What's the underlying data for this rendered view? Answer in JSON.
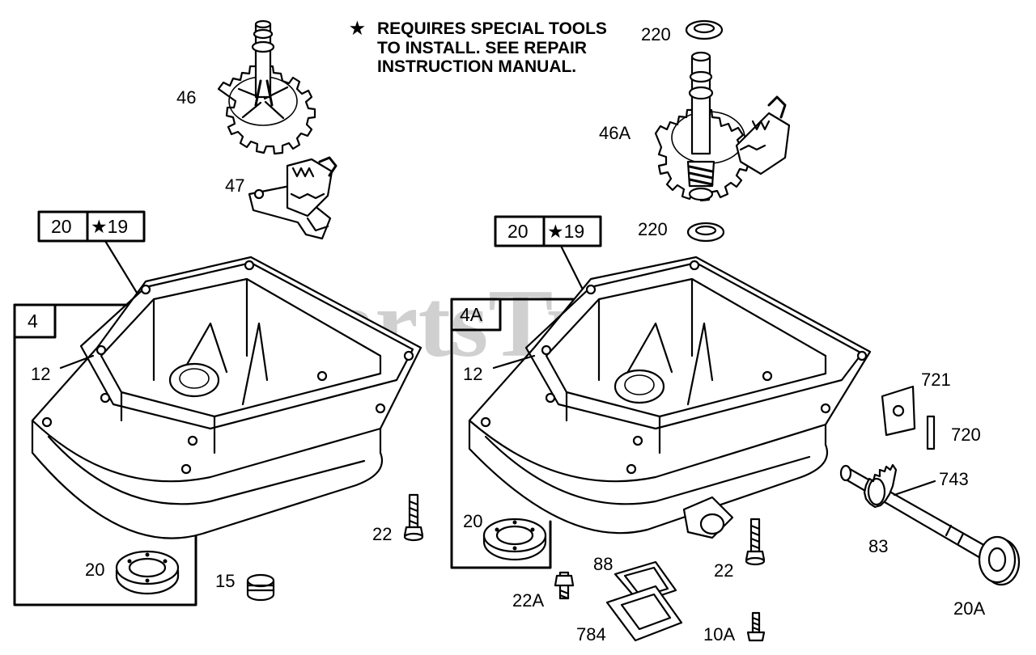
{
  "note": {
    "star": "★",
    "lines": [
      "REQUIRES SPECIAL TOOLS",
      "TO INSTALL.  SEE REPAIR",
      "INSTRUCTION MANUAL."
    ]
  },
  "watermark": "PartsTree",
  "colors": {
    "ink": "#000000",
    "paper": "#ffffff",
    "watermark": "#d0d0d0"
  },
  "callouts": {
    "p46": "46",
    "p47": "47",
    "p46a": "46A",
    "p220_top": "220",
    "p220_bottom": "220",
    "p12_left": "12",
    "p12_right": "12",
    "p20_left": "20",
    "p20_right": "20",
    "p22_left": "22",
    "p22_right": "22",
    "p22a": "22A",
    "p15": "15",
    "p88": "88",
    "p784": "784",
    "p10a": "10A",
    "p721": "721",
    "p720": "720",
    "p743": "743",
    "p83": "83",
    "p20a": "20A"
  },
  "boxes": {
    "left_top_a": "20",
    "left_top_b": "★19",
    "left_assembly": "4",
    "right_top_a": "20",
    "right_top_b": "★19",
    "right_assembly": "4A"
  }
}
